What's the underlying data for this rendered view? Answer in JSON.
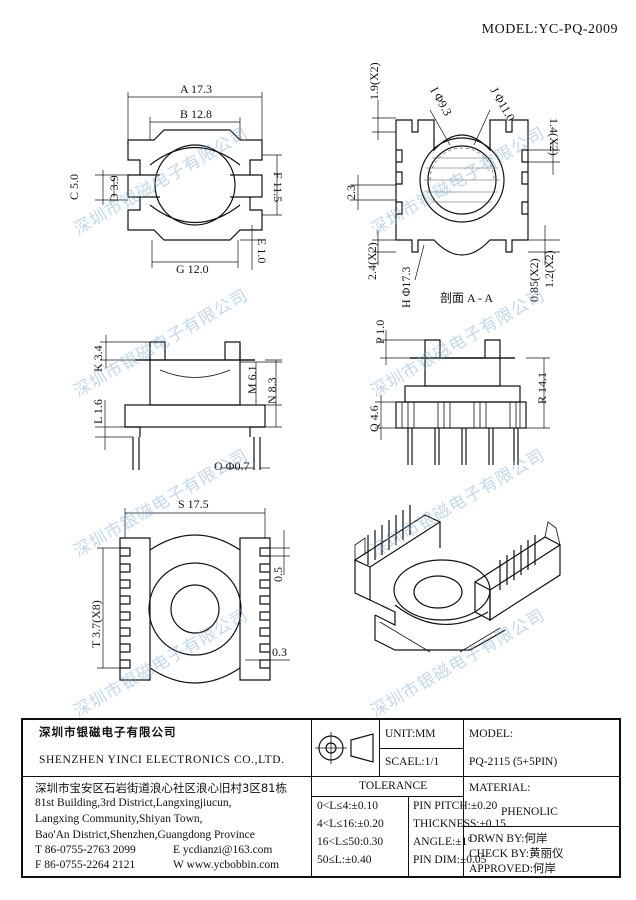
{
  "header": {
    "model_label": "MODEL:YC-PQ-2009"
  },
  "watermark": {
    "text": "深圳市银磁电子有限公司"
  },
  "dimensions": {
    "top_left": {
      "a": "A 17.3",
      "b": "B 12.8",
      "c": "C 5.0",
      "d": "D 3.9",
      "f": "F 11.5",
      "g": "G 12.0",
      "e": "E 1.0"
    },
    "top_right": {
      "i": "I Φ9.3",
      "j": "J Φ11.0",
      "r19": "1.9(X2)",
      "r14": "1.4(X2)",
      "r23": "2.3",
      "r24": "2.4(X2)",
      "h": "H Φ17.3",
      "r12": "1.2(X2)",
      "r085": "0.85(X2)",
      "section": "剖面 A - A"
    },
    "middle_left": {
      "k": "K 3.4",
      "m": "M 6.1",
      "n": "N 8.3",
      "l": "L 1.6",
      "o": "O Φ0.7"
    },
    "middle_right": {
      "p": "P 1.0",
      "r": "R 14.1",
      "q": "Q 4.6"
    },
    "bottom_left": {
      "s": "S 17.5",
      "t": "T 3.7(X8)",
      "p05": "0.5",
      "p03": "0.3"
    }
  },
  "title_block": {
    "company_cn": "深圳市银磁电子有限公司",
    "company_en": "SHENZHEN YINCI ELECTRONICS CO.,LTD.",
    "unit": "UNIT:MM",
    "scale": "SCAEL:1/1",
    "model_label": "MODEL:",
    "model_value": "PQ-2115 (5+5PIN)",
    "address_cn": "深圳市宝安区石岩街道浪心社区浪心旧村3区81栋",
    "address_en_1": "81st Building,3rd District,Langxingjiucun,",
    "address_en_2": "Langxing Community,Shiyan Town,",
    "address_en_3": "Bao'An District,Shenzhen,Guangdong Province",
    "tel": "T 86-0755-2763 2099",
    "email": "E ycdianzi@163.com",
    "fax": "F 86-0755-2264 2121",
    "web": "W www.ycbobbin.com",
    "tolerance_title": "TOLERANCE",
    "tol_1": "0<L≤4:±0.10",
    "tol_2": "4<L≤16:±0.20",
    "tol_3": "16<L≤50:0.30",
    "tol_4": "50≤L:±0.40",
    "pin_pitch": "PIN PITCH:±0.20",
    "thickness": "THICKNESS:±0.15",
    "angle": "ANGLE:±1°",
    "pin_dim": "PIN DIM:±0.05",
    "material_label": "MATERIAL:",
    "material_value": "PHENOLIC",
    "drawn_by": "DRWN BY:何岸",
    "check_by": "CHECK BY:黄丽仪",
    "approved": "APPROVED:何岸"
  }
}
